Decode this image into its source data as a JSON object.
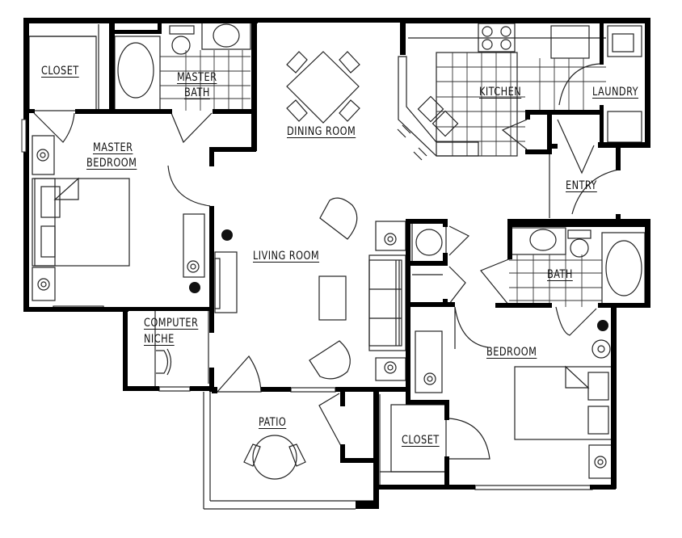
{
  "plan": {
    "type": "apartment floor plan",
    "bedrooms": 2,
    "baths": 2,
    "colors": {
      "wall": "#000000",
      "line": "#222222",
      "background": "#ffffff"
    }
  },
  "rooms": {
    "closet_master": "CLOSET",
    "master_bath": [
      "MASTER",
      "BATH"
    ],
    "master_bedroom": [
      "MASTER",
      "BEDROOM"
    ],
    "dining_room": "DINING ROOM",
    "kitchen": "KITCHEN",
    "laundry": "LAUNDRY",
    "entry": "ENTRY",
    "living_room": "LIVING ROOM",
    "bath": "BATH",
    "computer_niche": [
      "COMPUTER",
      "NICHE"
    ],
    "bedroom": "BEDROOM",
    "patio": "PATIO",
    "closet_bedroom": "CLOSET"
  }
}
